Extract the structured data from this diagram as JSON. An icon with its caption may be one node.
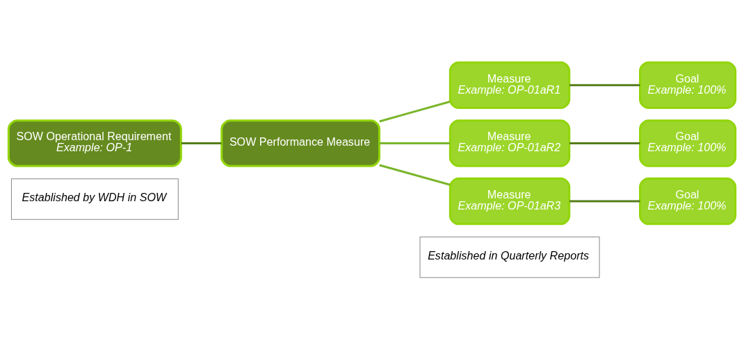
{
  "diagram": {
    "nodes": [
      {
        "text": [
          "SOW Operational Requirement",
          "Example: OP-1"
        ]
      },
      {
        "text": [
          "SOW Performance Measure"
        ]
      },
      {
        "text": [
          "Measure",
          "Example: OP-01aR1"
        ]
      },
      {
        "text": [
          "Measure",
          "Example: OP-01aR2"
        ]
      },
      {
        "text": [
          "Measure",
          "Example: OP-01aR3"
        ]
      },
      {
        "text": [
          "Goal",
          "Example: 100%"
        ]
      },
      {
        "text": [
          "Goal",
          "Example: 100%"
        ]
      },
      {
        "text": [
          "Goal",
          "Example: 100%"
        ]
      },
      {
        "text": [
          "Established by WDH in SOW"
        ]
      },
      {
        "text": [
          "Established in Quarterly Reports"
        ]
      }
    ],
    "edges": [
      {
        "from": 0,
        "to": 1,
        "arrow": "none"
      },
      {
        "from": 1,
        "to": 2,
        "arrow": "none",
        "color": "#7ab52a"
      },
      {
        "from": 1,
        "to": 3,
        "arrow": "none",
        "color": "#7ab52a"
      },
      {
        "from": 1,
        "to": 4,
        "arrow": "none",
        "color": "#7ab52a"
      },
      {
        "from": 2,
        "to": 5,
        "arrow": "none"
      },
      {
        "from": 3,
        "to": 6,
        "arrow": "none"
      },
      {
        "from": 4,
        "to": 7,
        "arrow": "none"
      }
    ]
  }
}
